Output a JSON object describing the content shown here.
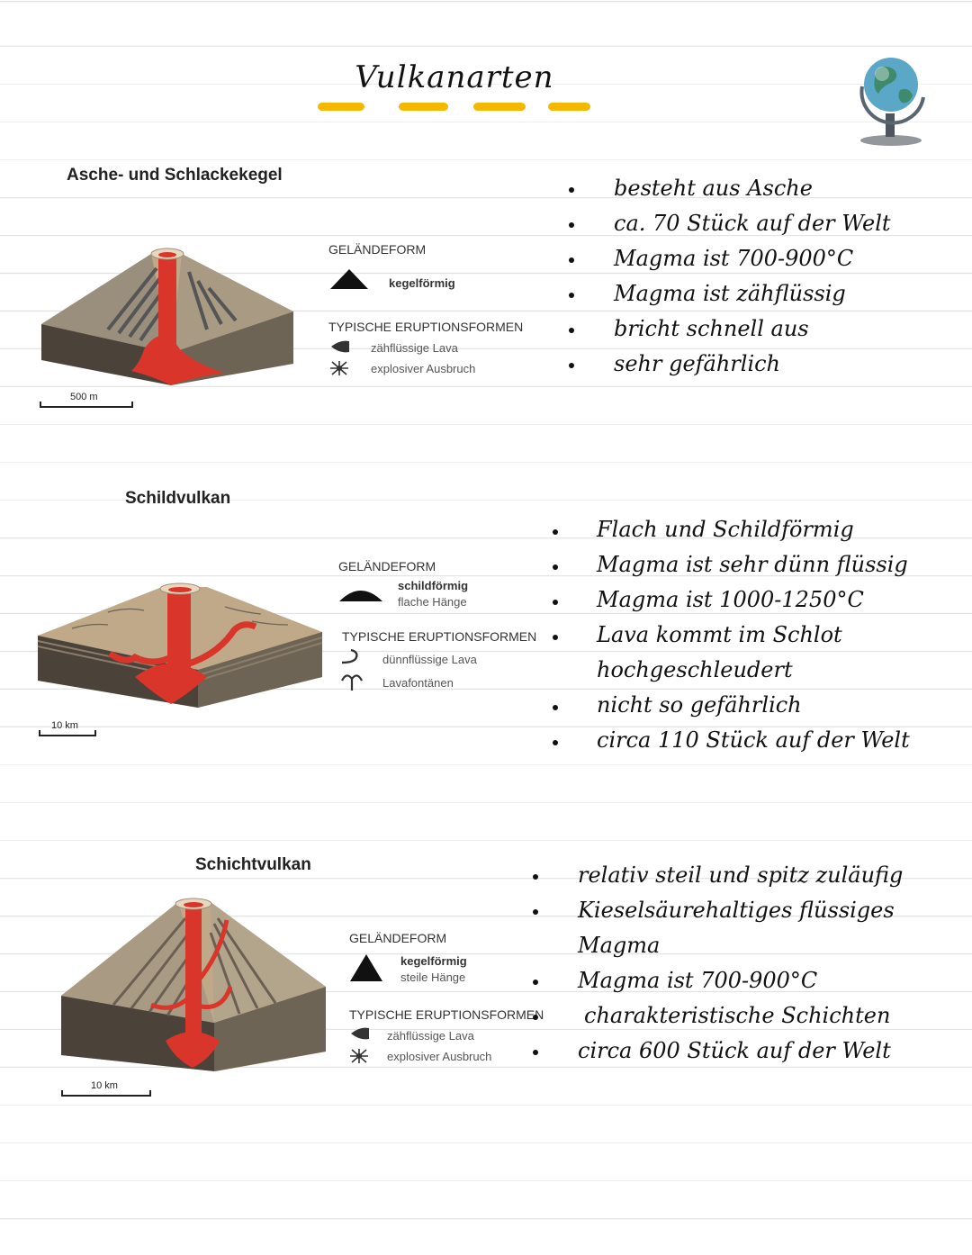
{
  "title": "Vulkanarten",
  "colors": {
    "accent": "#f5b800",
    "lava": "#d9352a",
    "terrain": "#bfa988",
    "rock": "#4a4038"
  },
  "sections": [
    {
      "diagram_title": "Asche- und Schlackekegel",
      "terrain_heading": "GELÄNDEFORM",
      "terrain_label": "kegelförmig",
      "terrain_sub": "",
      "eruption_heading": "TYPISCHE ERUPTIONSFORMEN",
      "eruption_1": "zähflüssige Lava",
      "eruption_2": "explosiver Ausbruch",
      "scale": "500 m",
      "notes": [
        "besteht aus Asche",
        "ca. 70 Stück auf der Welt",
        "Magma ist 700-900°C",
        "Magma ist zähflüssig",
        "bricht schnell aus",
        "sehr gefährlich"
      ]
    },
    {
      "diagram_title": "Schildvulkan",
      "terrain_heading": "GELÄNDEFORM",
      "terrain_label": "schildförmig",
      "terrain_sub": "flache Hänge",
      "eruption_heading": "TYPISCHE ERUPTIONSFORMEN",
      "eruption_1": "dünnflüssige Lava",
      "eruption_2": "Lavafontänen",
      "scale": "10 km",
      "notes": [
        "Flach und Schildförmig",
        "Magma ist sehr dünn flüssig",
        "Magma ist 1000-1250°C",
        "Lava kommt im Schlot",
        "hochgeschleudert",
        "nicht so gefährlich",
        "circa 110 Stück auf der Welt"
      ]
    },
    {
      "diagram_title": "Schichtvulkan",
      "terrain_heading": "GELÄNDEFORM",
      "terrain_label": "kegelförmig",
      "terrain_sub": "steile Hänge",
      "eruption_heading": "TYPISCHE ERUPTIONSFORMEN",
      "eruption_1": "zähflüssige Lava",
      "eruption_2": "explosiver Ausbruch",
      "scale": "10 km",
      "notes": [
        "relativ steil und spitz zuläufig",
        "Kieselsäurehaltiges flüssiges",
        "Magma",
        "Magma ist 700-900°C",
        "charakteristische Schichten",
        "circa 600 Stück auf der Welt"
      ]
    }
  ]
}
